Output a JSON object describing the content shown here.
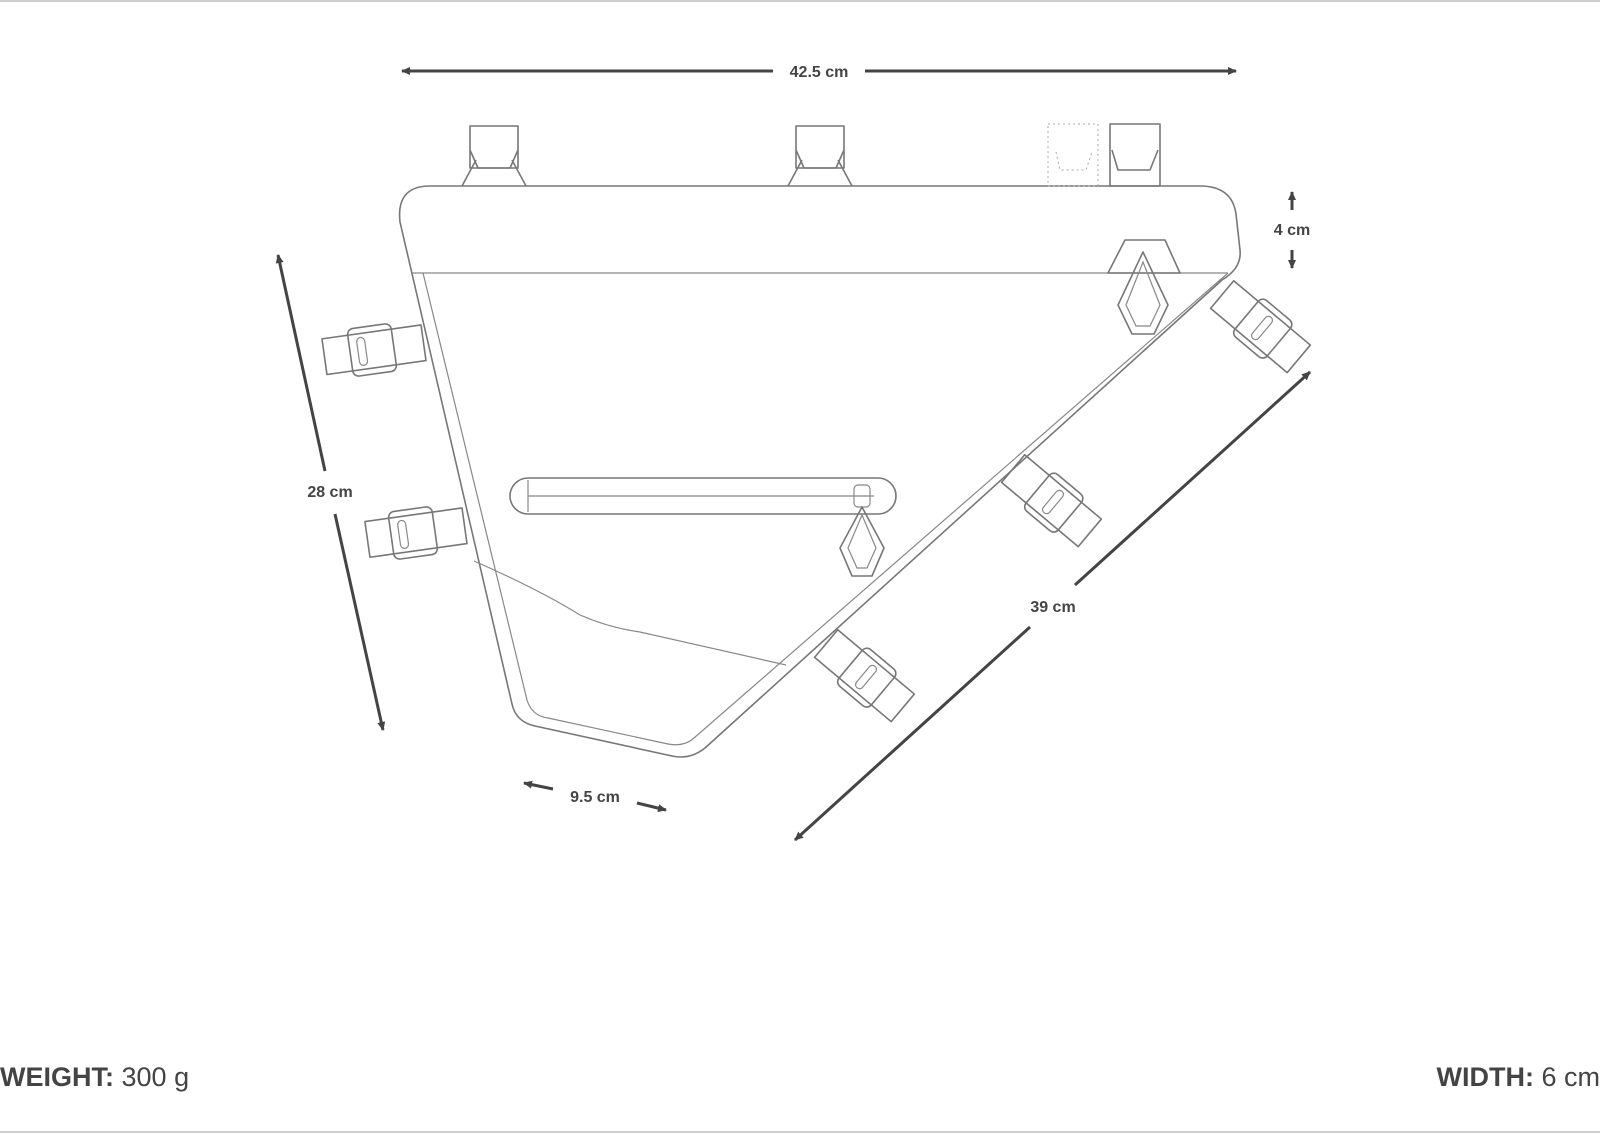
{
  "dimensions": {
    "length_top": "42.5 cm",
    "height_left": "28 cm",
    "depth_top": "4 cm",
    "diagonal": "39 cm",
    "bottom": "9.5 cm"
  },
  "specs": {
    "weight_label": "WEIGHT:",
    "weight_value": "300 g",
    "width_label": "WIDTH:",
    "width_value": "6 cm"
  },
  "colors": {
    "line": "#777777",
    "text": "#444444"
  }
}
